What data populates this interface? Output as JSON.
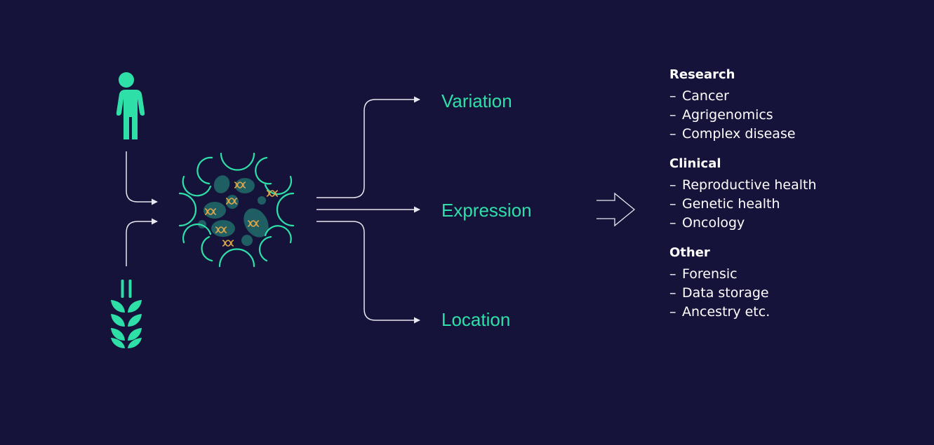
{
  "outcomes": [
    {
      "label": "Variation"
    },
    {
      "label": "Expression"
    },
    {
      "label": "Location"
    }
  ],
  "applications": [
    {
      "heading": "Research",
      "items": [
        "Cancer",
        "Agrigenomics",
        "Complex disease"
      ]
    },
    {
      "heading": "Clinical",
      "items": [
        "Reproductive health",
        "Genetic health",
        "Oncology"
      ]
    },
    {
      "heading": "Other",
      "items": [
        "Forensic",
        "Data storage",
        "Ancestry etc."
      ]
    }
  ],
  "item_prefix": "–",
  "colors": {
    "background": "#16133a",
    "accent": "#2ee0a8",
    "line": "#e8e8f0",
    "cell_blob": "#1f5e62",
    "dna": "#e0a64a"
  },
  "icons": [
    "person-icon",
    "wheat-icon",
    "cell-sample-icon",
    "dna-icon",
    "hollow-arrow-icon"
  ]
}
